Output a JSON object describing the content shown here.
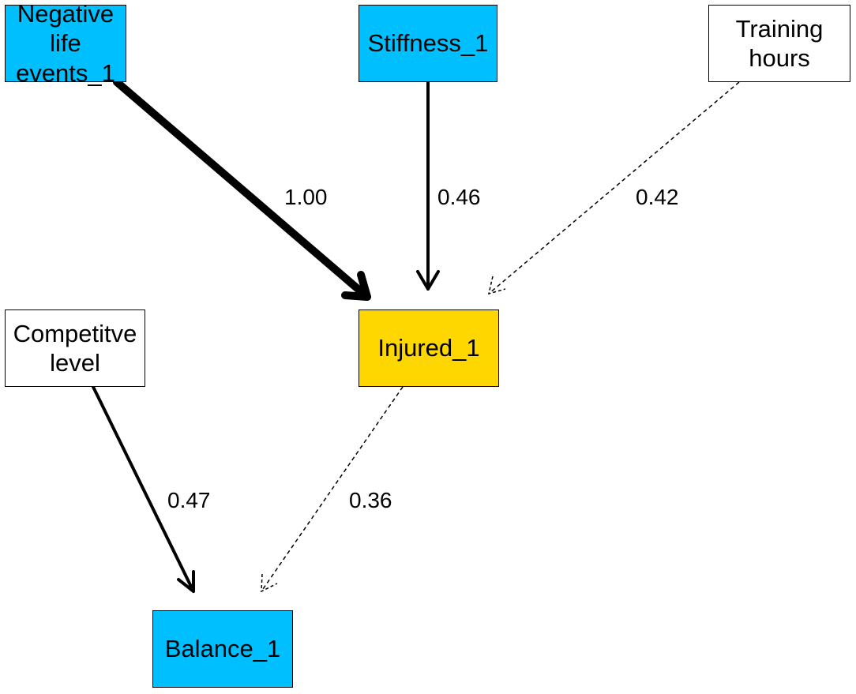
{
  "colors": {
    "blue_node": "#00bfff",
    "yellow_node": "#ffd700",
    "white_node": "#ffffff",
    "edge": "#000000"
  },
  "nodes": [
    {
      "id": "negative-life-events",
      "label": "Negative life events_1",
      "fill": "blue_node"
    },
    {
      "id": "stiffness",
      "label": "Stiffness_1",
      "fill": "blue_node"
    },
    {
      "id": "training-hours",
      "label": "Training hours",
      "fill": "white_node"
    },
    {
      "id": "competitive-level",
      "label": "Competitve level",
      "fill": "white_node"
    },
    {
      "id": "injured",
      "label": "Injured_1",
      "fill": "yellow_node"
    },
    {
      "id": "balance",
      "label": "Balance_1",
      "fill": "blue_node"
    }
  ],
  "edges": [
    {
      "from": "Negative life events_1",
      "to": "Injured_1",
      "weight": "1.00",
      "style": "solid"
    },
    {
      "from": "Stiffness_1",
      "to": "Injured_1",
      "weight": "0.46",
      "style": "solid"
    },
    {
      "from": "Training hours",
      "to": "Injured_1",
      "weight": "0.42",
      "style": "dashed"
    },
    {
      "from": "Competitve level",
      "to": "Balance_1",
      "weight": "0.47",
      "style": "solid"
    },
    {
      "from": "Injured_1",
      "to": "Balance_1",
      "weight": "0.36",
      "style": "dashed"
    }
  ]
}
